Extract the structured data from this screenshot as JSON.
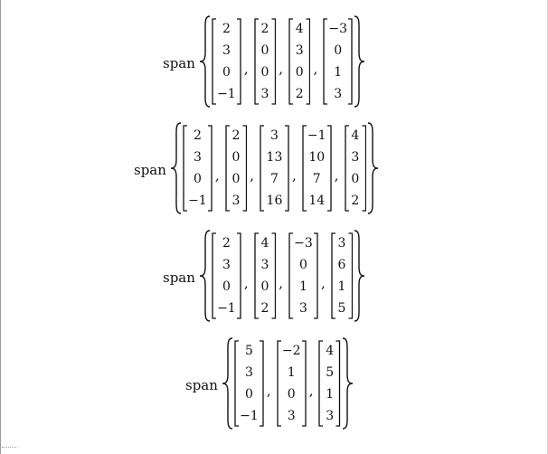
{
  "rows": [
    {
      "label": "span",
      "vectors": [
        [
          "2",
          "3",
          "0",
          "−1"
        ],
        [
          "2",
          "0",
          "0",
          "3"
        ],
        [
          "4",
          "3",
          "0",
          "2"
        ],
        [
          "−3",
          "0",
          "1",
          "3"
        ]
      ],
      "separator": ","
    },
    {
      "label": "span",
      "vectors": [
        [
          "2",
          "3",
          "0",
          "−1"
        ],
        [
          "2",
          "0",
          "0",
          "3"
        ],
        [
          "3",
          "13",
          "7",
          "16"
        ],
        [
          "−1",
          "10",
          "7",
          "14"
        ],
        [
          "4",
          "3",
          "0",
          "2"
        ]
      ],
      "separator": ","
    },
    {
      "label": "span",
      "vectors": [
        [
          "2",
          "3",
          "0",
          "−1"
        ],
        [
          "4",
          "3",
          "0",
          "2"
        ],
        [
          "−3",
          "0",
          "1",
          "3"
        ],
        [
          "3",
          "6",
          "1",
          "5"
        ]
      ],
      "separator": ","
    },
    {
      "label": "span",
      "vectors": [
        [
          "5",
          "3",
          "0",
          "−1"
        ],
        [
          "−2",
          "1",
          "0",
          "3"
        ],
        [
          "4",
          "5",
          "1",
          "3"
        ]
      ],
      "separator": ","
    }
  ]
}
